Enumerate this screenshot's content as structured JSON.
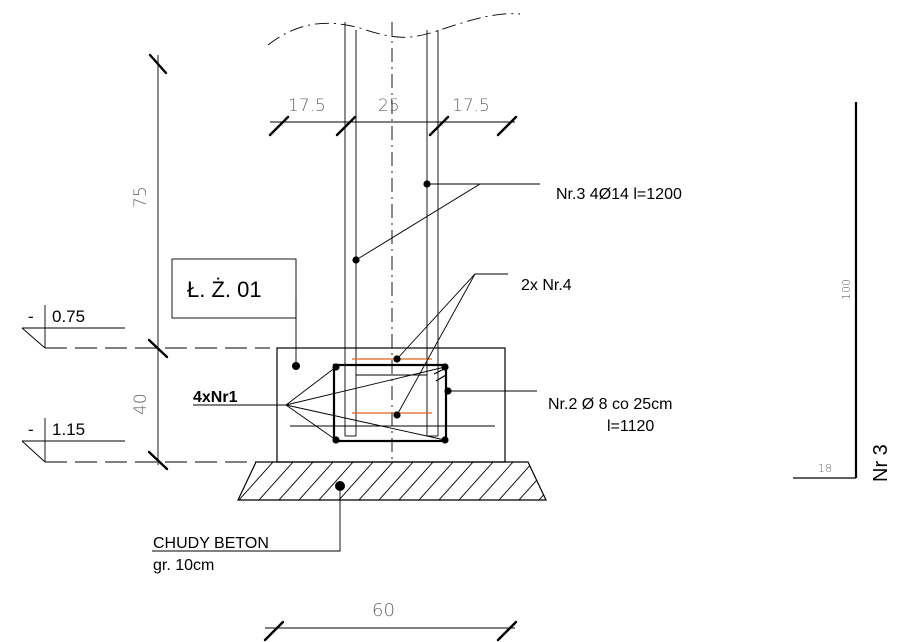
{
  "dimensions": {
    "top_left": "17.5",
    "top_mid": "25",
    "top_right": "17.5",
    "vert_upper": "75",
    "vert_lower": "40",
    "bottom_width": "60",
    "right_length": "100",
    "right_hook": "18"
  },
  "levels": {
    "upper_sign": "-",
    "upper_value": "0.75",
    "lower_sign": "-",
    "lower_value": "1.15"
  },
  "labels": {
    "element_tag": "Ł. Ż. 01",
    "rebar_nr3": "Nr.3   4Ø14 l=1200",
    "rebar_nr4": "2x Nr.4",
    "rebar_nr2_line1": "Nr.2   Ø 8 co 25cm",
    "rebar_nr2_line2": "l=1120",
    "rebar_nr1": "4xNr1",
    "lean_concrete": "CHUDY BETON",
    "lean_concrete_thickness": "gr. 10cm",
    "side_title": "Nr 3"
  },
  "colors": {
    "line": "#000000",
    "stirrup_accent": "#e2631c",
    "dimension_text": "#666666"
  }
}
